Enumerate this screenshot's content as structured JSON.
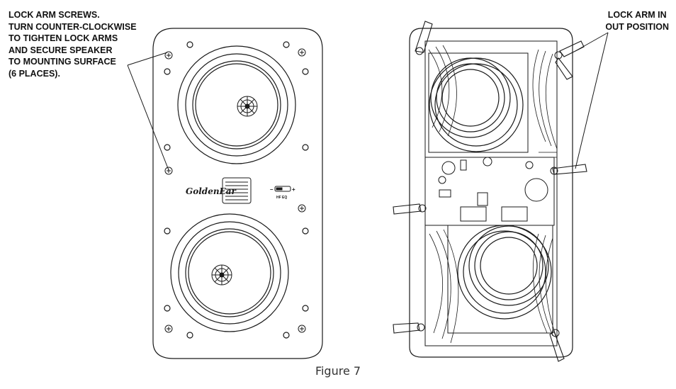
{
  "callouts": {
    "lock_arm_screws": "LOCK ARM SCREWS.\nTURN COUNTER-CLOCKWISE\nTO TIGHTEN LOCK ARMS\nAND SECURE SPEAKER\nTO MOUNTING SURFACE\n(6 PLACES).",
    "lock_arm_out": "LOCK ARM IN\nOUT POSITION"
  },
  "front_view": {
    "logo": "GoldenEar",
    "switch_left": "–",
    "switch_right": "+",
    "switch_label": "HF EQ"
  },
  "caption": "Figure 7",
  "colors": {
    "line": "#1a1a1a",
    "fill": "#ffffff",
    "text": "#111111"
  }
}
